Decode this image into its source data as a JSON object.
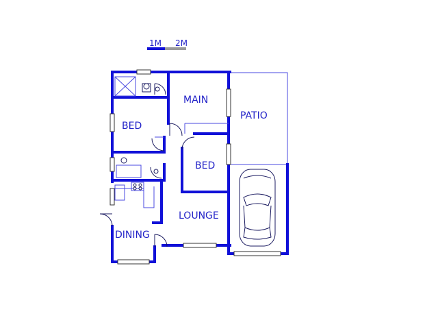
{
  "scale": {
    "label_1": "1M",
    "label_2": "2M"
  },
  "rooms": {
    "main": "MAIN",
    "patio": "PATIO",
    "bed_1": "BED",
    "bed_2": "BED",
    "lounge": "LOUNGE",
    "dining": "DINING"
  },
  "colors": {
    "wall": "#1010d8",
    "thin_line": "#4a4ae0",
    "scale_grey": "#9a9a9a"
  }
}
